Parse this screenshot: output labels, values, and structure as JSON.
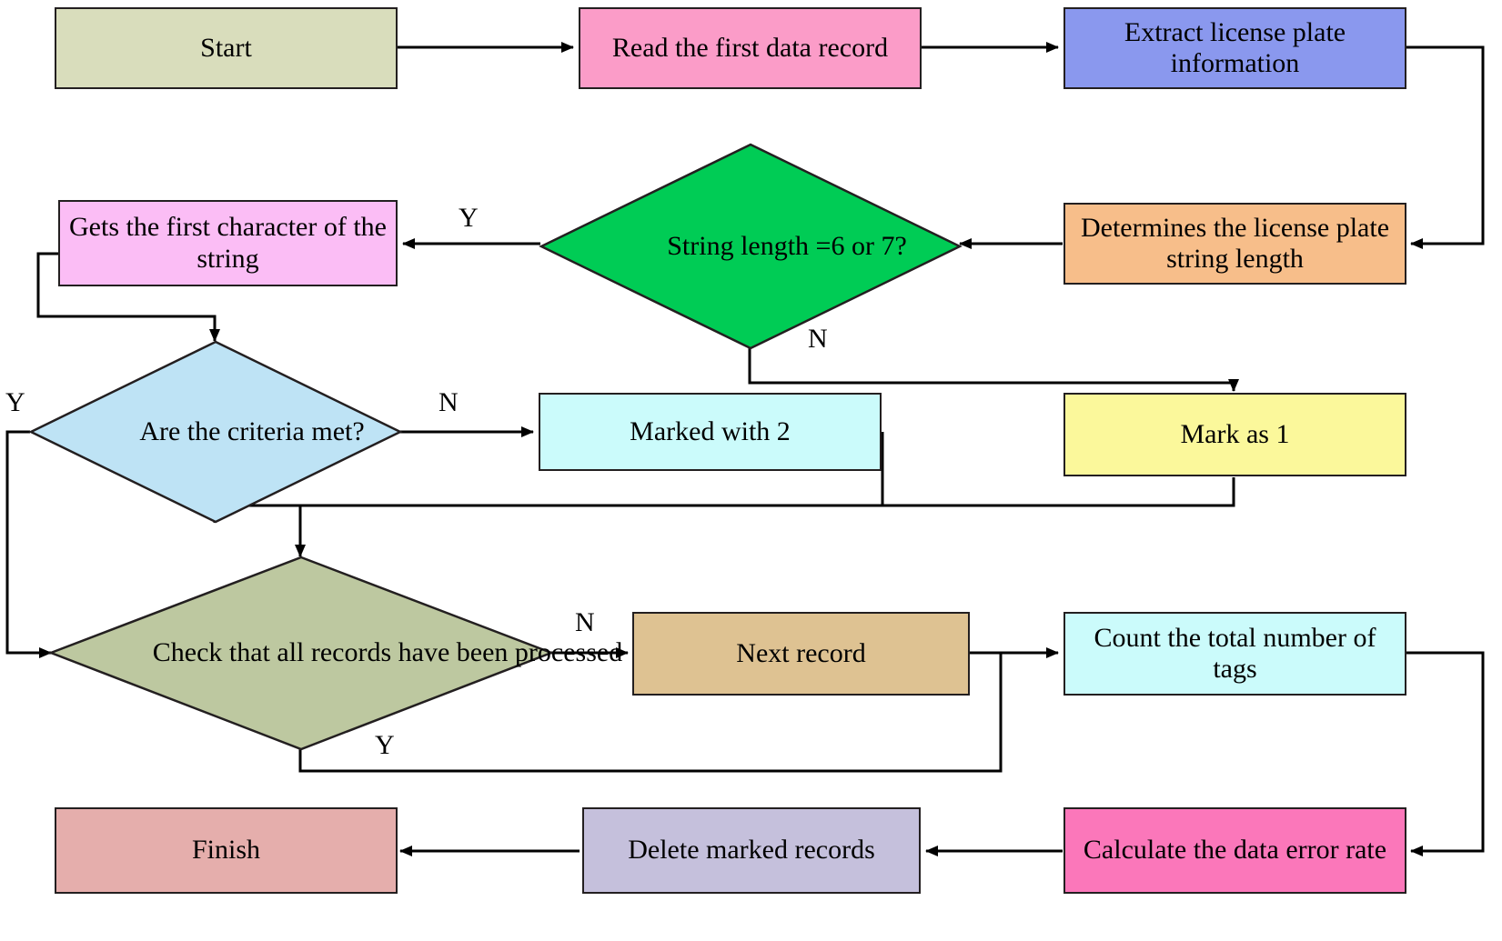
{
  "diagram": {
    "title": "License plate data validation and error rate flowchart",
    "background": "#ffffff",
    "stroke_color": "#231f20"
  },
  "nodes": {
    "start": {
      "label": "Start",
      "shape": "rect",
      "color": "#D9DDBC"
    },
    "read_record": {
      "label": "Read the first data record",
      "shape": "rect",
      "color": "#FB9CC8"
    },
    "extract": {
      "label": "Extract license plate information",
      "shape": "rect",
      "color": "#8A98EE"
    },
    "determine_len": {
      "label": "Determines the license plate string length",
      "shape": "rect",
      "color": "#F7BE8A"
    },
    "len_check": {
      "label": "String length =6 or 7?",
      "shape": "diamond",
      "color": "#00CC55"
    },
    "get_first": {
      "label": "Gets the first character of the string",
      "shape": "rect",
      "color": "#FBBDF5"
    },
    "criteria": {
      "label": "Are the criteria met?",
      "shape": "diamond",
      "color": "#BEE3F5"
    },
    "mark2": {
      "label": "Marked with 2",
      "shape": "rect",
      "color": "#CBFBFB"
    },
    "mark1": {
      "label": "Mark as 1",
      "shape": "rect",
      "color": "#FBF89B"
    },
    "all_done": {
      "label": "Check that all records have been processed",
      "shape": "diamond",
      "color": "#BDC8A0"
    },
    "next_record": {
      "label": "Next record",
      "shape": "rect",
      "color": "#DEC292"
    },
    "count_tags": {
      "label": "Count the total number of tags",
      "shape": "rect",
      "color": "#CBFBFB"
    },
    "error_rate": {
      "label": "Calculate the data error rate",
      "shape": "rect",
      "color": "#FB77BA"
    },
    "delete_marked": {
      "label": "Delete marked records",
      "shape": "rect",
      "color": "#C5C0DC"
    },
    "finish": {
      "label": "Finish",
      "shape": "rect",
      "color": "#E5AEAC"
    }
  },
  "edge_labels": {
    "len_yes": "Y",
    "len_no": "N",
    "criteria_yes": "Y",
    "criteria_no": "N",
    "done_no": "N",
    "done_yes": "Y"
  },
  "chart_data": {
    "type": "flowchart",
    "sequence": [
      "Start",
      "Read the first data record",
      "Extract license plate information",
      "Determines the license plate string length",
      "String length =6 or 7?",
      "Gets the first character of the string",
      "Are the criteria met?",
      "Marked with 2",
      "Mark as 1",
      "Check that all records have been processed",
      "Next record",
      "Count the total number of tags",
      "Calculate the data error rate",
      "Delete marked records",
      "Finish"
    ],
    "edges": [
      {
        "from": "Start",
        "to": "Read the first data record",
        "label": ""
      },
      {
        "from": "Read the first data record",
        "to": "Extract license plate information",
        "label": ""
      },
      {
        "from": "Extract license plate information",
        "to": "Determines the license plate string length",
        "label": ""
      },
      {
        "from": "Determines the license plate string length",
        "to": "String length =6 or 7?",
        "label": ""
      },
      {
        "from": "String length =6 or 7?",
        "to": "Gets the first character of the string",
        "label": "Y"
      },
      {
        "from": "String length =6 or 7?",
        "to": "Mark as 1",
        "label": "N"
      },
      {
        "from": "Gets the first character of the string",
        "to": "Are the criteria met?",
        "label": ""
      },
      {
        "from": "Are the criteria met?",
        "to": "Marked with 2",
        "label": "N"
      },
      {
        "from": "Are the criteria met?",
        "to": "Check that all records have been processed",
        "label": "Y"
      },
      {
        "from": "Marked with 2",
        "to": "Check that all records have been processed",
        "label": ""
      },
      {
        "from": "Mark as 1",
        "to": "Check that all records have been processed",
        "label": ""
      },
      {
        "from": "Check that all records have been processed",
        "to": "Next record",
        "label": "N"
      },
      {
        "from": "Check that all records have been processed",
        "to": "Count the total number of tags",
        "label": "Y"
      },
      {
        "from": "Next record",
        "to": "Count the total number of tags",
        "label": ""
      },
      {
        "from": "Count the total number of tags",
        "to": "Calculate the data error rate",
        "label": ""
      },
      {
        "from": "Calculate the data error rate",
        "to": "Delete marked records",
        "label": ""
      },
      {
        "from": "Delete marked records",
        "to": "Finish",
        "label": ""
      }
    ]
  }
}
